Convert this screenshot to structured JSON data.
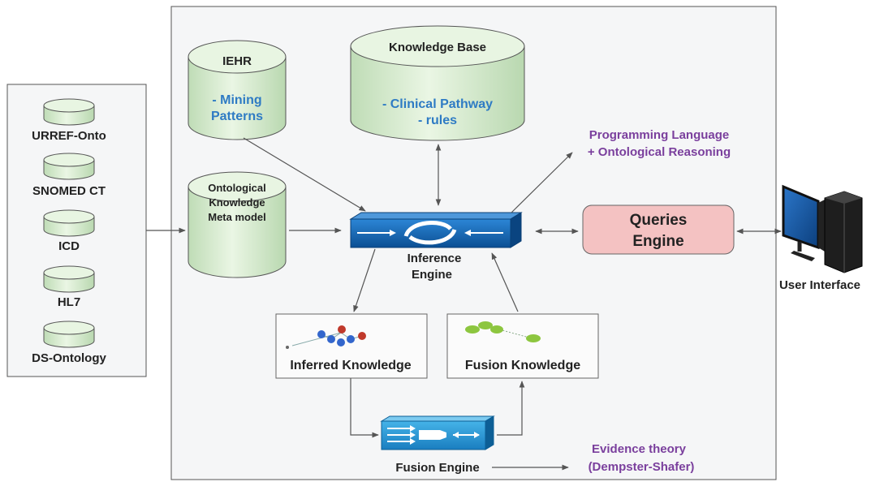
{
  "sources": {
    "items": [
      "URREF-Onto",
      "SNOMED CT",
      "ICD",
      "HL7",
      "DS-Ontology"
    ]
  },
  "databases": {
    "iehr": {
      "title": "IEHR",
      "line1": "- Mining",
      "line2": "Patterns"
    },
    "knowledge_base": {
      "title": "Knowledge Base",
      "line1": "- Clinical Pathway",
      "line2": "- rules"
    },
    "ontology": {
      "line1": "Ontological",
      "line2": "Knowledge",
      "line3": "Meta model"
    }
  },
  "inference_engine": {
    "line1": "Inference",
    "line2": "Engine"
  },
  "queries_engine": {
    "line1": "Queries",
    "line2": "Engine"
  },
  "user_interface": {
    "label": "User Interface"
  },
  "programming": {
    "line1": "Programming Language",
    "line2": "+ Ontological Reasoning"
  },
  "inferred_knowledge": {
    "label": "Inferred Knowledge"
  },
  "fusion_knowledge": {
    "label": "Fusion Knowledge"
  },
  "fusion_engine": {
    "label": "Fusion Engine"
  },
  "evidence": {
    "line1": "Evidence theory",
    "line2": "(Dempster-Shafer)"
  },
  "colors": {
    "cylinder_fill": "#d6ecd0",
    "cylinder_top": "#e8f5e2",
    "blue_text": "#2e7bc4",
    "purple_text": "#7a3f9d",
    "queries_fill": "#f4c2c2",
    "engine_blue": "#1565b0"
  }
}
